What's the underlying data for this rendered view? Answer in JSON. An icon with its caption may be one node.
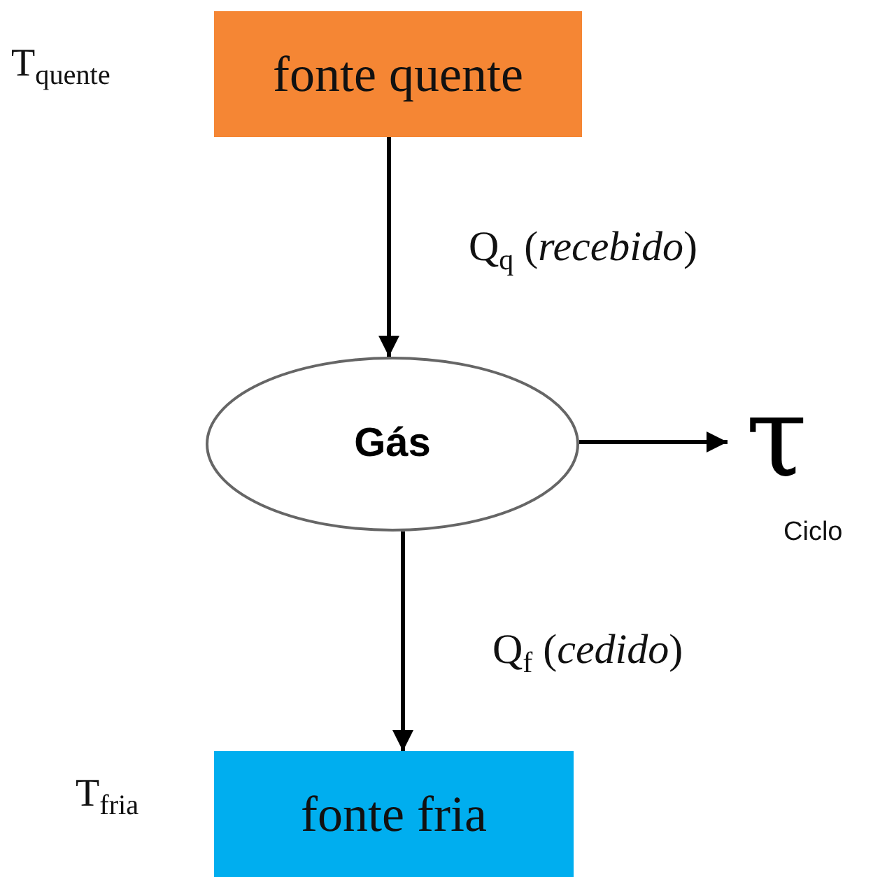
{
  "diagram": {
    "nodes": [
      {
        "text": [
          "fonte quente"
        ],
        "beside": [
          "T$_{quente}$"
        ]
      },
      {
        "text": [
          "Gás"
        ]
      },
      {
        "text": [
          "τ"
        ],
        "beside": [
          "Ciclo"
        ]
      },
      {
        "text": [
          "fonte fria"
        ],
        "beside": [
          "T$_{fria}$"
        ]
      }
    ],
    "edges": [
      {
        "from": 0,
        "to": 1,
        "arrow": "to",
        "label": "Q$_{q}$ (*recebido*)"
      },
      {
        "from": 1,
        "to": 2,
        "arrow": "to"
      },
      {
        "from": 1,
        "to": 3,
        "arrow": "to",
        "label": "Q$_{f}$ (*cedido*)"
      }
    ]
  }
}
